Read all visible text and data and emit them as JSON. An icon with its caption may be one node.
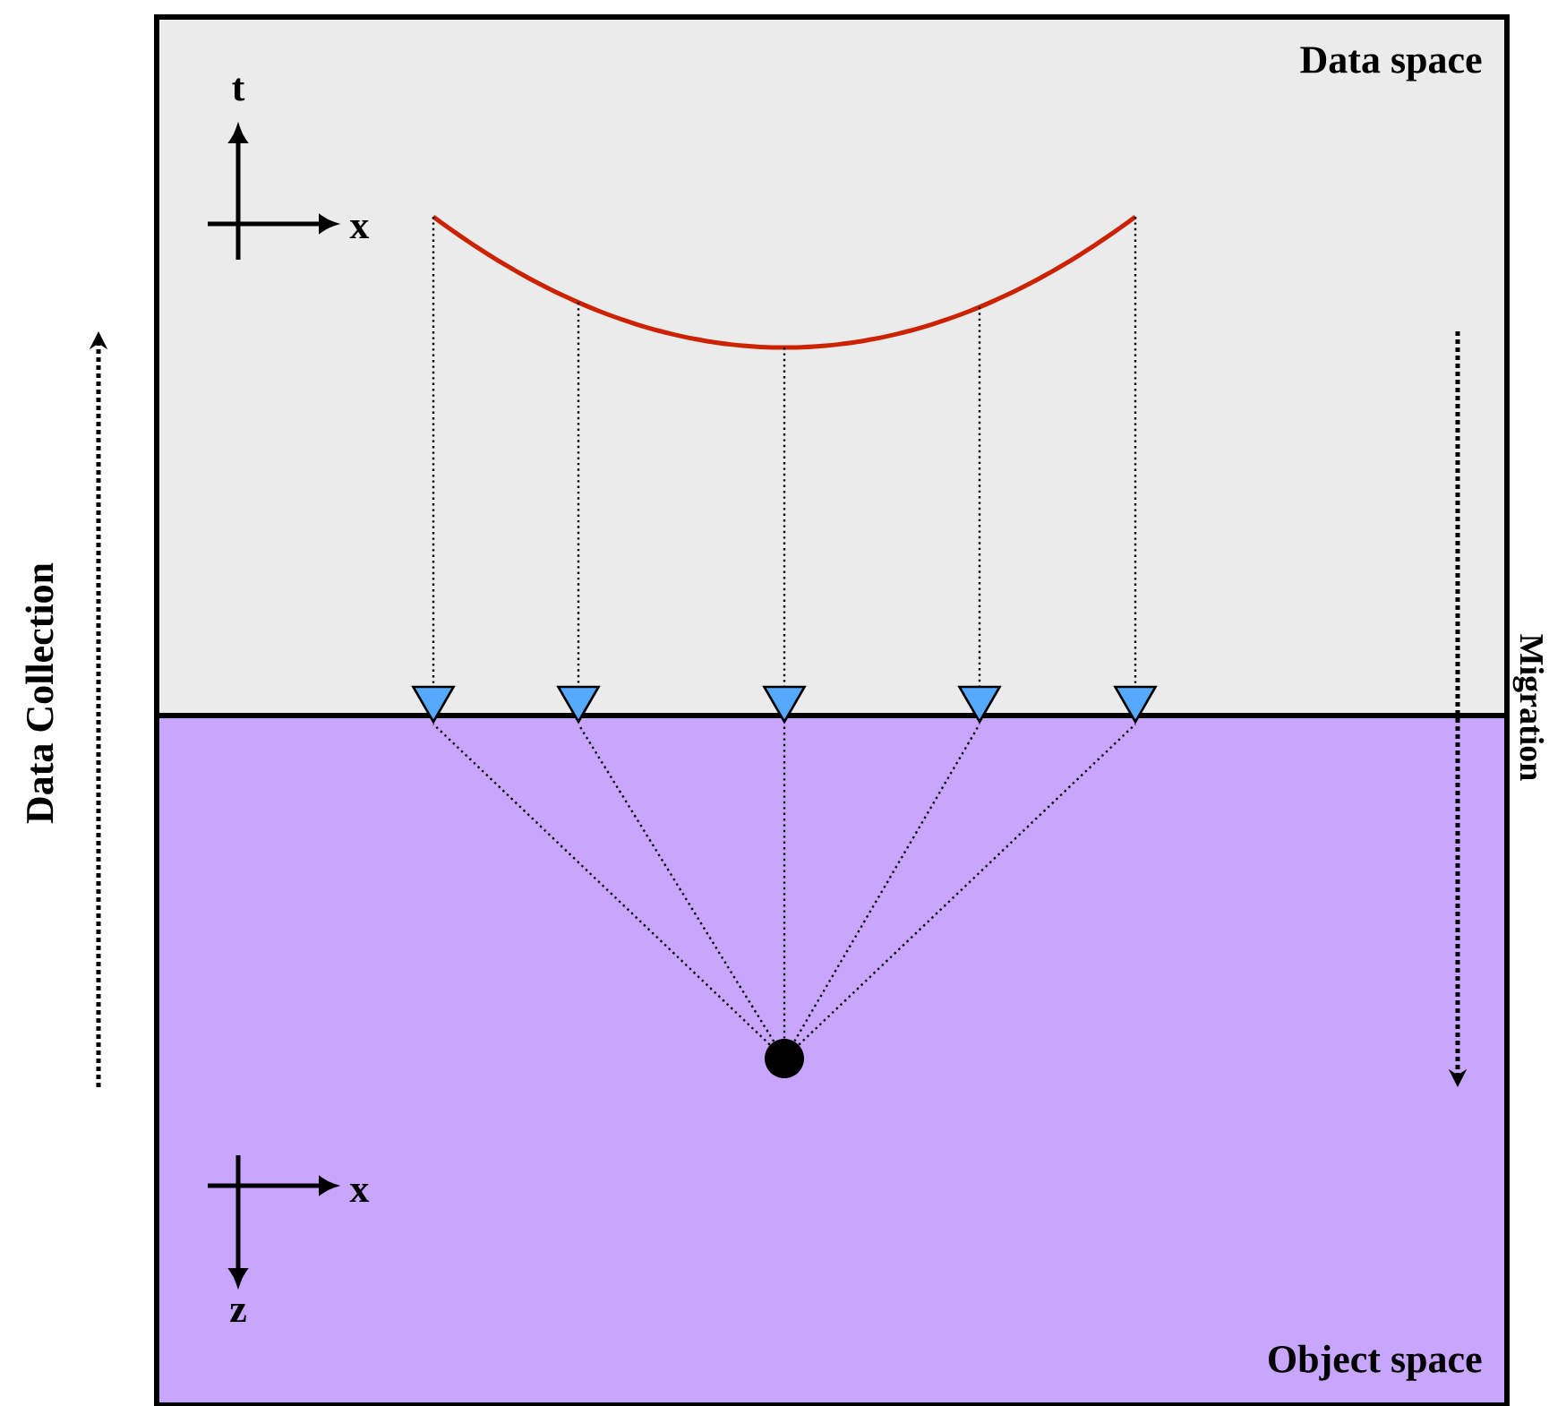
{
  "diagram": {
    "nodes": [
      {
        "text": [
          "Data space"
        ]
      },
      {
        "text": [
          "Object space"
        ]
      },
      {
        "text": [],
        "shape": "curve",
        "in": 0
      },
      {
        "text": [],
        "shape": "triangle"
      },
      {
        "text": [],
        "shape": "triangle"
      },
      {
        "text": [],
        "shape": "triangle"
      },
      {
        "text": [],
        "shape": "triangle"
      },
      {
        "text": [],
        "shape": "triangle"
      },
      {
        "text": [],
        "shape": "circle",
        "in": 1
      }
    ],
    "edges": [
      {
        "from": 2,
        "to": 3,
        "arrow": "none"
      },
      {
        "from": 2,
        "to": 4,
        "arrow": "none"
      },
      {
        "from": 2,
        "to": 5,
        "arrow": "none"
      },
      {
        "from": 2,
        "to": 6,
        "arrow": "none"
      },
      {
        "from": 2,
        "to": 7,
        "arrow": "none"
      },
      {
        "from": 8,
        "to": 3,
        "arrow": "none"
      },
      {
        "from": 8,
        "to": 4,
        "arrow": "none"
      },
      {
        "from": 8,
        "to": 5,
        "arrow": "none"
      },
      {
        "from": 8,
        "to": 6,
        "arrow": "none"
      },
      {
        "from": 8,
        "to": 7,
        "arrow": "none"
      }
    ],
    "labels": [
      "t",
      "x",
      "Data Collection",
      "Migration",
      "x",
      "z"
    ]
  }
}
